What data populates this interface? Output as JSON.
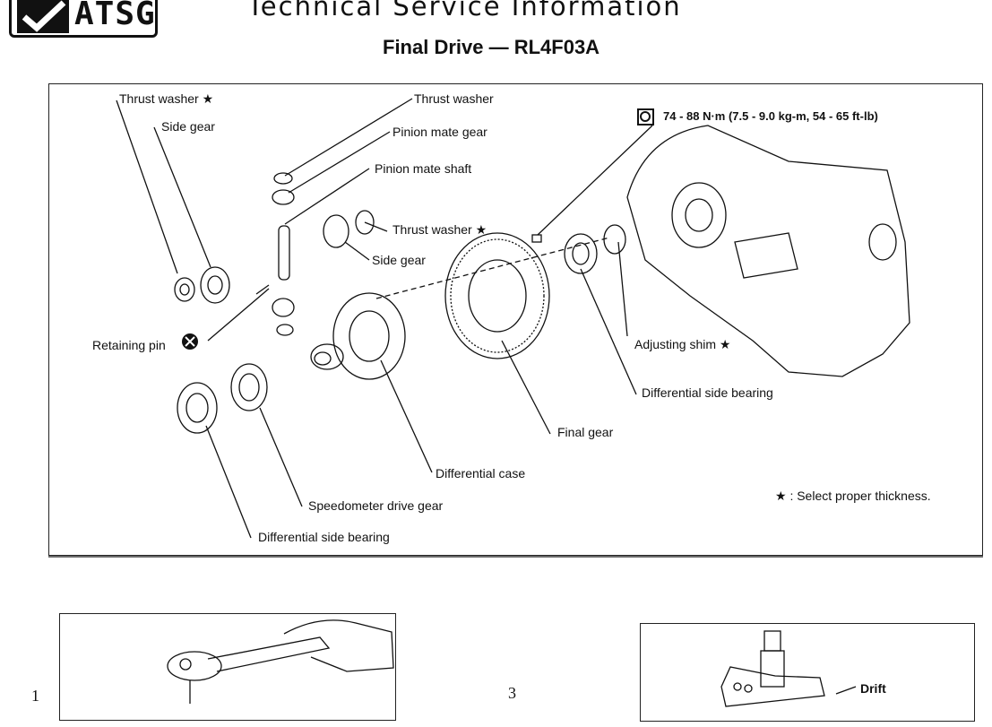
{
  "header": {
    "logo_text": "ATSG",
    "title": "Technical Service Information",
    "subtitle": "Final Drive — RL4F03A"
  },
  "diagram": {
    "labels": {
      "thrust_washer_left": "Thrust washer ★",
      "side_gear_left": "Side gear",
      "thrust_washer_top": "Thrust washer",
      "pinion_mate_gear": "Pinion mate gear",
      "pinion_mate_shaft": "Pinion mate shaft",
      "thrust_washer_mid": "Thrust washer ★",
      "side_gear_mid": "Side gear",
      "retaining_pin": "Retaining pin",
      "torque_spec": "74 - 88 N·m (7.5 - 9.0 kg-m, 54 - 65 ft-lb)",
      "adjusting_shim": "Adjusting shim ★",
      "diff_side_bearing_right": "Differential side bearing",
      "final_gear": "Final gear",
      "differential_case": "Differential case",
      "speedometer_drive_gear": "Speedometer drive gear",
      "diff_side_bearing_left": "Differential side bearing",
      "select_note": "★ : Select proper thickness."
    }
  },
  "bottom": {
    "page_left": "1",
    "page_center": "3",
    "drift_label": "Drift"
  }
}
